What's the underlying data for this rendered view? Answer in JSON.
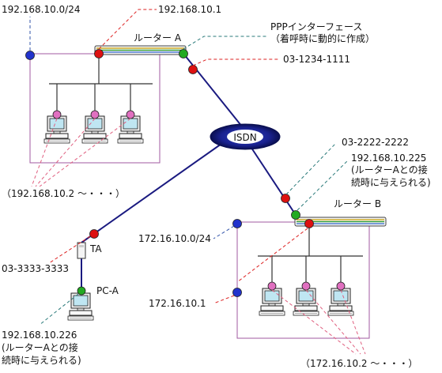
{
  "labels": {
    "net_a": "192.168.10.0/24",
    "router_a_lan_ip": "192.168.10.1",
    "ppp_line1": "PPPインターフェース",
    "ppp_line2": "（着呼時に動的に作成）",
    "router_a_name": "ルーター A",
    "router_a_isdn_number": "03-1234-1111",
    "isdn": "ISDN",
    "router_b_isdn_number": "03-2222-2222",
    "router_b_ppp_ip": "192.168.10.225",
    "router_b_ppp_note1": "(ルーターAとの接",
    "router_b_ppp_note2": "続時に与えられる)",
    "hosts_a": "（192.168.10.2 〜・・・）",
    "router_b_name": "ルーター B",
    "net_b": "172.16.10.0/24",
    "ta": "TA",
    "ta_number": "03-3333-3333",
    "pca_name": "PC-A",
    "router_b_lan_ip": "172.16.10.1",
    "pca_ip": "192.168.10.226",
    "pca_note1": "(ルーターAとの接",
    "pca_note2": "続時に与えられる)",
    "hosts_b": "（172.16.10.2 〜・・・）"
  },
  "colors": {
    "wan_link": "#1a1a80",
    "lan_box": "#a05aa0",
    "port_red": "#dd1111",
    "port_green": "#118811",
    "port_blue": "#2233cc",
    "host_nic": "#e070c0",
    "leader_red": "#dd2222",
    "leader_teal": "#2a7a7a",
    "leader_blue": "#3355aa",
    "leader_pink": "#e06080"
  }
}
